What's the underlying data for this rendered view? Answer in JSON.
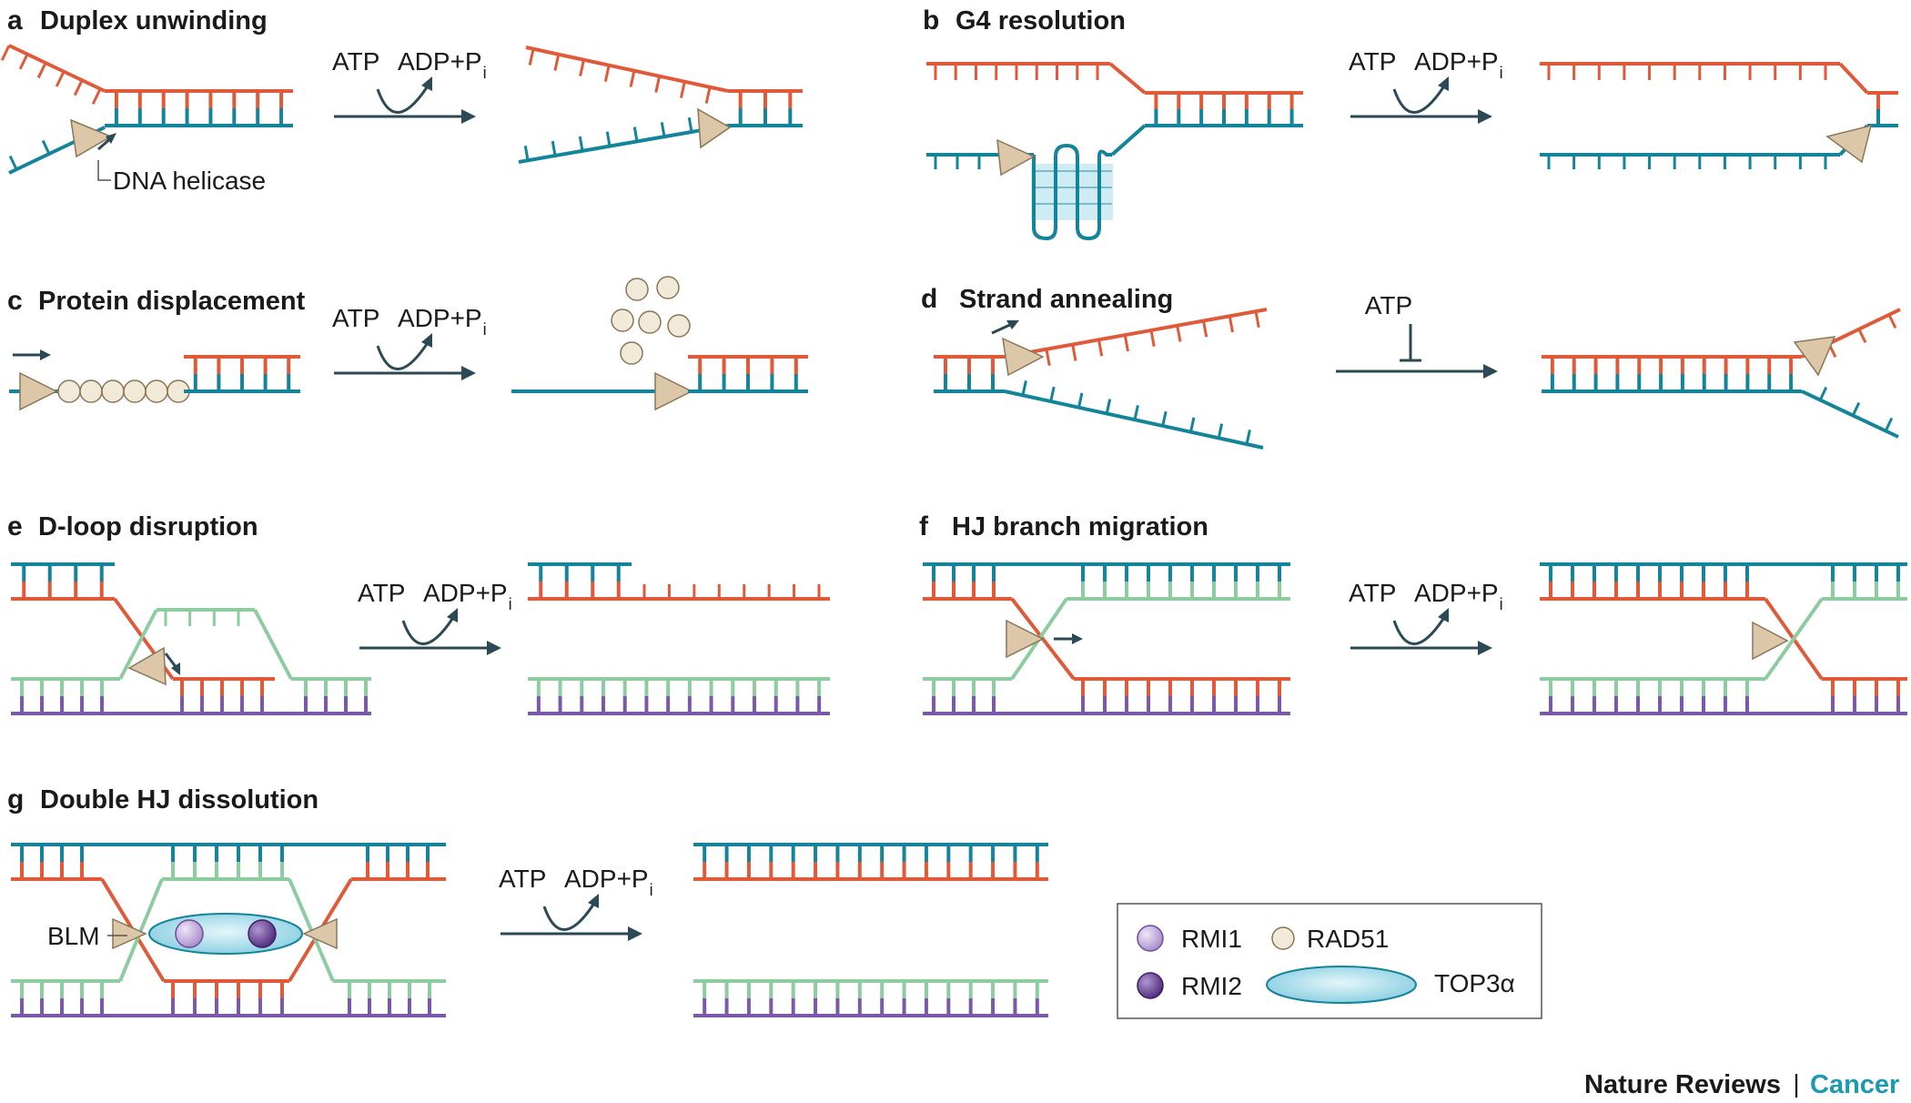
{
  "colors": {
    "red": "#e05a3a",
    "teal": "#13849a",
    "green": "#8ccc9e",
    "purple": "#7c58a8",
    "arrow": "#2c4a56",
    "helicase": "#dcc8a8",
    "helicase_stroke": "#8a7658",
    "rad51": "#f2ead8",
    "rmi1": "#c9b6e0",
    "rmi2": "#6f4a9a",
    "top3a": "#a6dcea",
    "journal_accent": "#1a9bb0"
  },
  "panels": {
    "a": {
      "letter": "a",
      "title": "Duplex unwinding",
      "label": "DNA helicase"
    },
    "b": {
      "letter": "b",
      "title": "G4 resolution"
    },
    "c": {
      "letter": "c",
      "title": "Protein displacement"
    },
    "d": {
      "letter": "d",
      "title": "Strand annealing"
    },
    "e": {
      "letter": "e",
      "title": "D-loop disruption"
    },
    "f": {
      "letter": "f",
      "title": "HJ branch migration"
    },
    "g": {
      "letter": "g",
      "title": "Double HJ dissolution",
      "label": "BLM"
    }
  },
  "reaction": {
    "atp": "ATP",
    "adp": "ADP+P",
    "adp_sub": "i"
  },
  "legend": {
    "rmi1": "RMI1",
    "rmi2": "RMI2",
    "rad51": "RAD51",
    "top3a": "TOP3α"
  },
  "footer": {
    "journal": "Nature Reviews",
    "separator": "|",
    "section": "Cancer"
  },
  "icons": [
    "helicase-triangle-icon",
    "rad51-bead-icon",
    "rmi1-sphere-icon",
    "rmi2-sphere-icon",
    "top3a-ellipse-icon",
    "reaction-arrow-icon"
  ]
}
